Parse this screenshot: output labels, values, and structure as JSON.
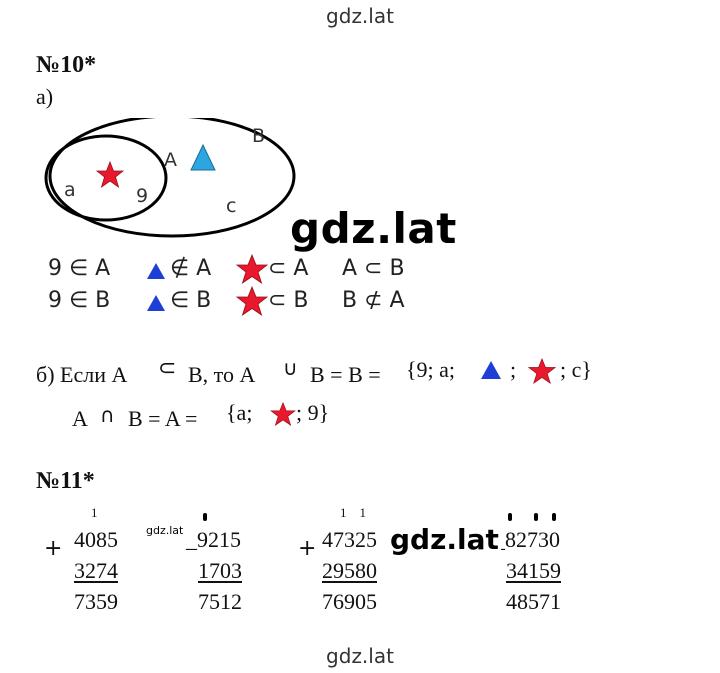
{
  "watermark": {
    "site": "gdz.lat",
    "site_small": "gdz.lat"
  },
  "task10": {
    "number": "№10*",
    "part_a": "а)",
    "venn": {
      "outer_label": "B",
      "inner_label": "A",
      "elements": [
        "a",
        "9",
        "c"
      ],
      "colors": {
        "star": "#e8192c",
        "triangle": "#2ba6e0"
      }
    },
    "relations": {
      "row1": [
        "9 ∈ A",
        "∉ A",
        "⊂ A",
        "A ⊂ B"
      ],
      "row2": [
        "9 ∈ B",
        "∈ B",
        "⊂ B",
        "B ⊄ A"
      ]
    },
    "part_b": {
      "line1_text": "б) Если A",
      "subset_sym": "⊂",
      "line1_mid": "B, то A",
      "union_sym": "∪",
      "line1_eq": "B = B =",
      "set1_open": "{9; a;",
      "set1_sep": ";",
      "set1_close": "; c}",
      "line2_text": "A",
      "intersect_sym": "∩",
      "line2_eq": "B = A =",
      "set2_open": "{a;",
      "set2_close": "; 9}"
    }
  },
  "task11": {
    "number": "№11*",
    "columns": [
      {
        "op": "+",
        "carry": "1",
        "a": "4085",
        "b": "3274",
        "result": "7359"
      },
      {
        "op": "_",
        "carry": "",
        "a": "9215",
        "b": "1703",
        "result": "7512"
      },
      {
        "op": "+",
        "carry": "1    1",
        "a": "47325",
        "b": "29580",
        "result": "76905"
      },
      {
        "op": "_",
        "carry": "",
        "a": "82730",
        "b": "34159",
        "result": "48571"
      }
    ]
  }
}
